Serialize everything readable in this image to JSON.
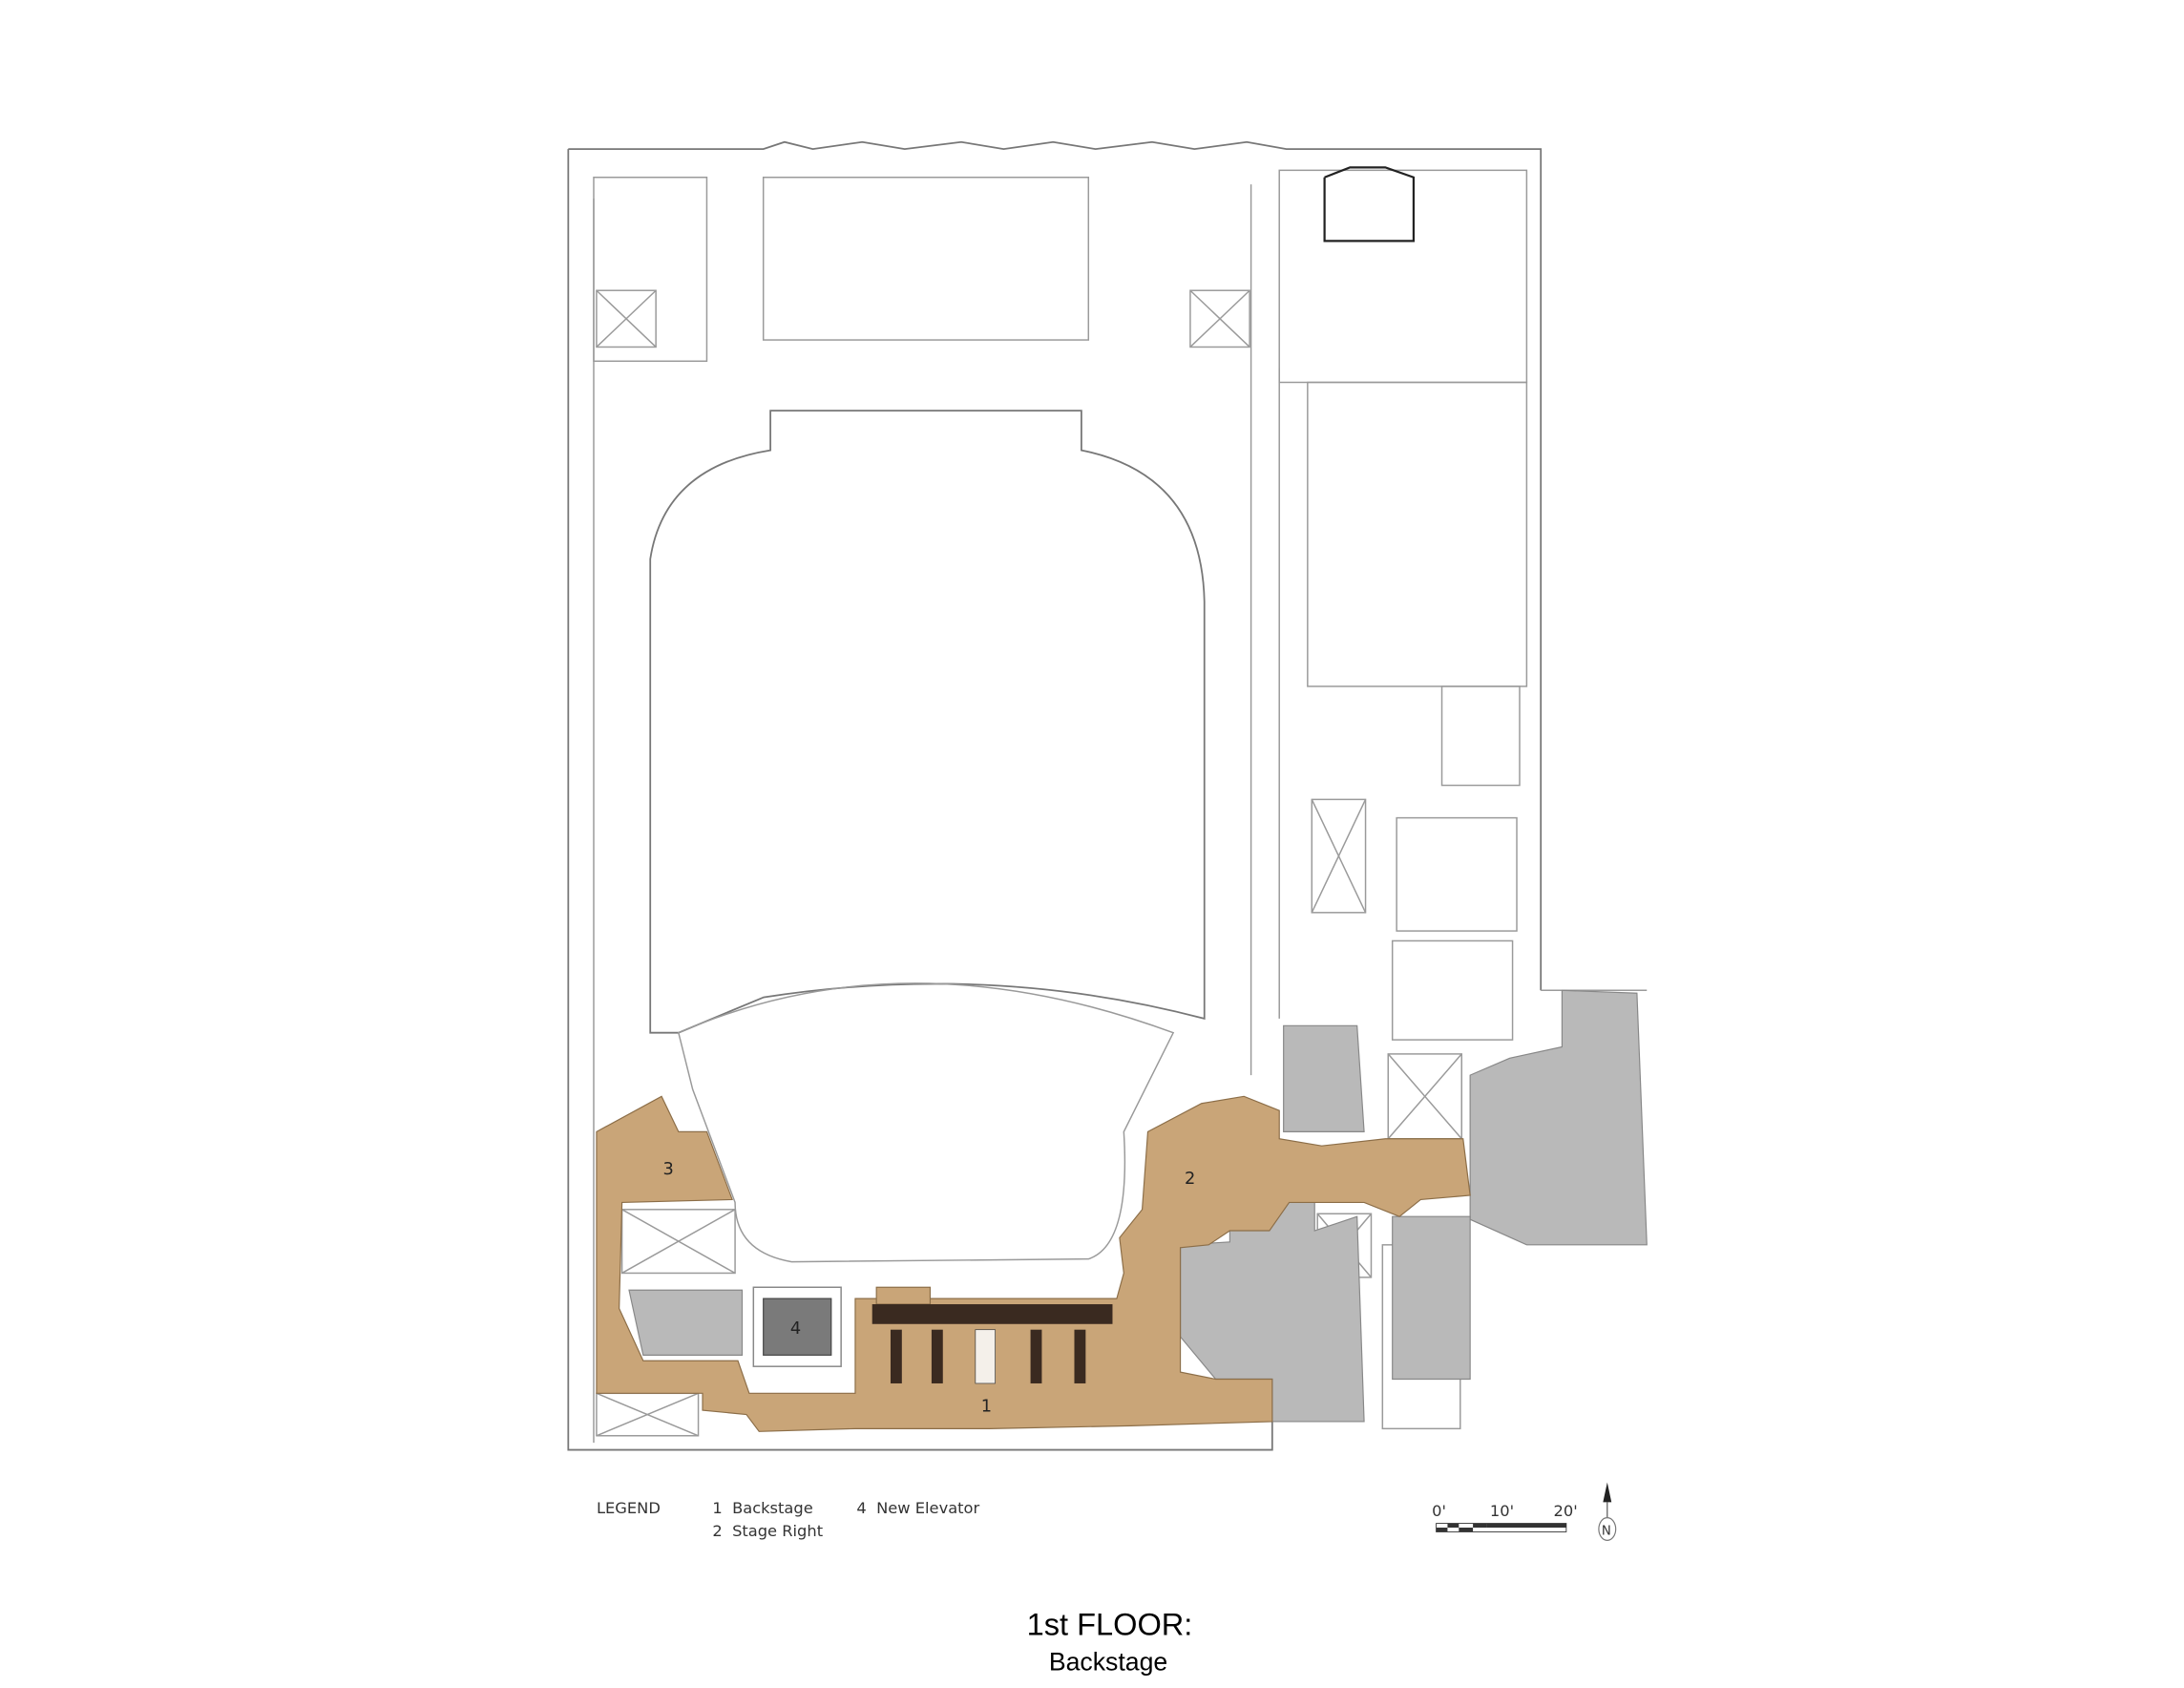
{
  "plan": {
    "area_labels": [
      "1",
      "2",
      "3",
      "4"
    ],
    "colors": {
      "renovated": "#c9a578",
      "existing_service": "#b9b9b9",
      "elevator": "#7a7a7a",
      "walls": "#9a9a9a"
    }
  },
  "legend": {
    "heading": "LEGEND",
    "items": [
      {
        "label": "1  Backstage"
      },
      {
        "label": "2  Stage Right"
      },
      {
        "label": "4  New Elevator"
      }
    ]
  },
  "scale_bar": {
    "ticks": [
      "0'",
      "10'",
      "20'"
    ]
  },
  "north_arrow": {
    "label": "N"
  },
  "title": {
    "main": "1st FLOOR:",
    "sub": "Backstage"
  }
}
